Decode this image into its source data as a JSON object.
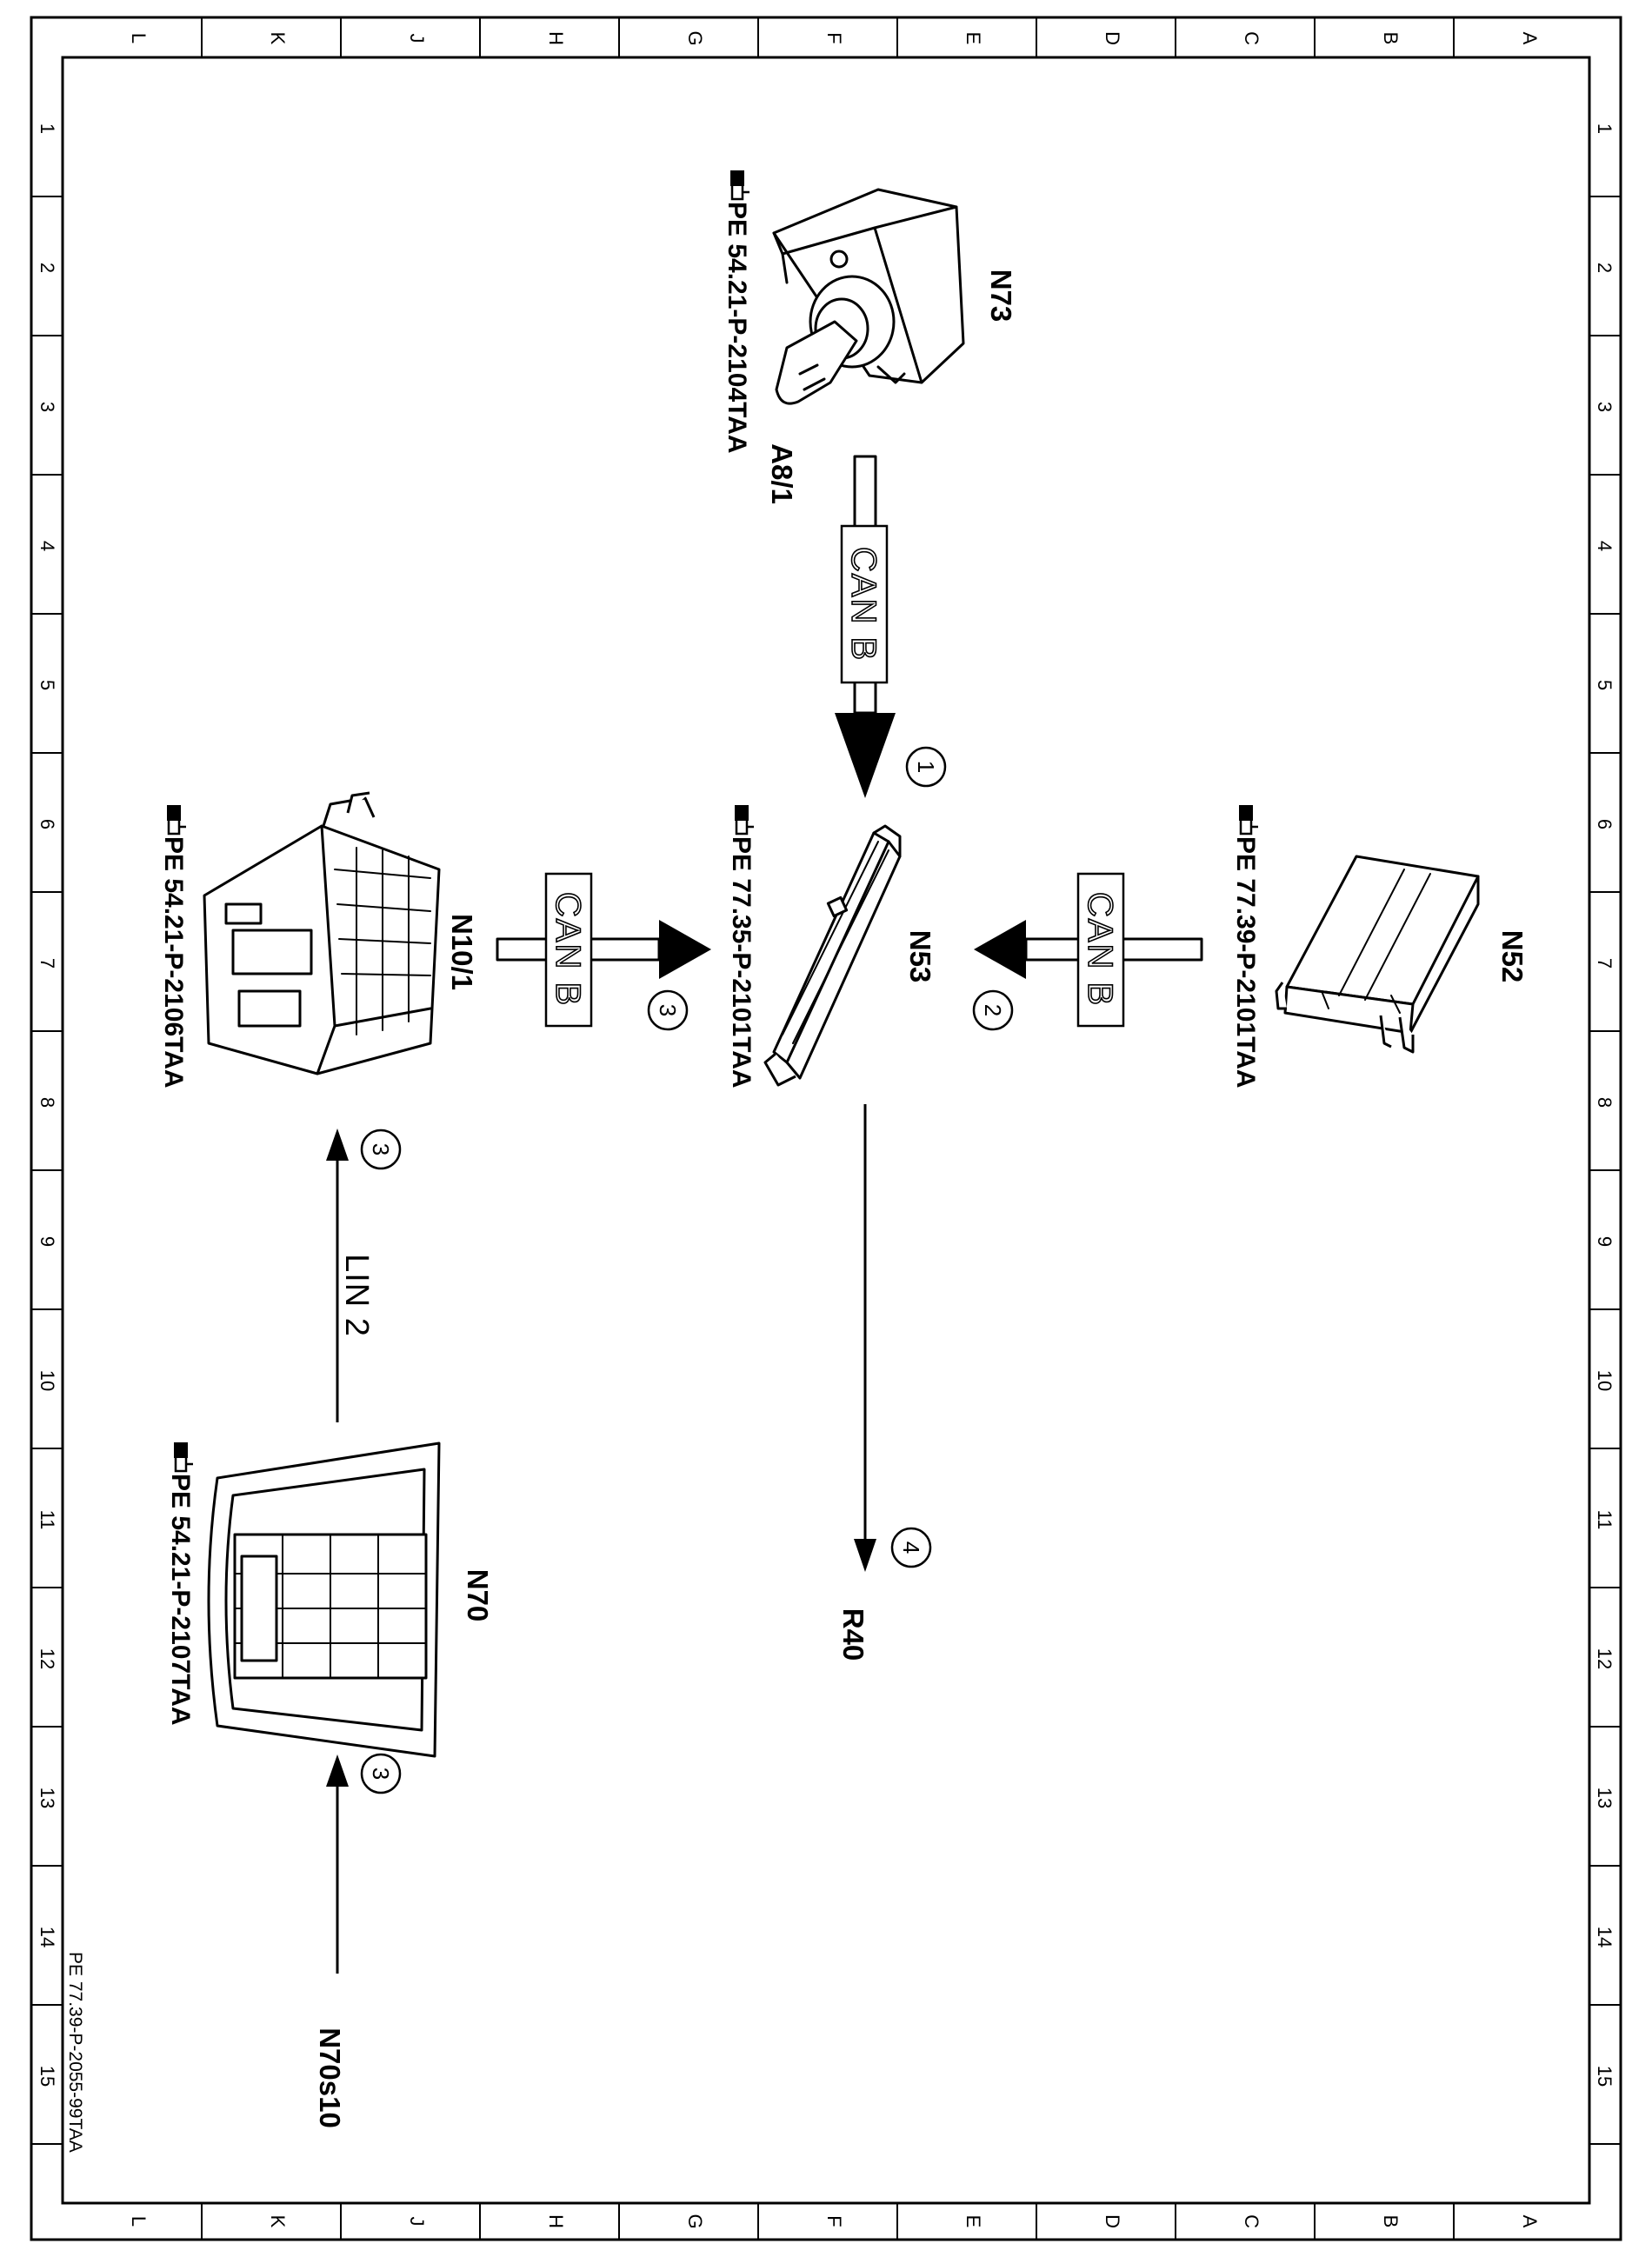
{
  "frame": {
    "col_letters": [
      "L",
      "K",
      "J",
      "H",
      "G",
      "F",
      "E",
      "D",
      "C",
      "B",
      "A"
    ],
    "row_numbers": [
      "1",
      "2",
      "3",
      "4",
      "5",
      "6",
      "7",
      "8",
      "9",
      "10",
      "11",
      "12",
      "13",
      "14",
      "15"
    ]
  },
  "components": {
    "n73": {
      "label": "N73",
      "sublabel": "A8/1",
      "ref": "PE 54.21-P-2104TAA"
    },
    "n53": {
      "label": "N53",
      "ref": "PE 77.35-P-2101TAA"
    },
    "n52": {
      "label": "N52",
      "ref": "PE 77.39-P-2101TAA"
    },
    "n10_1": {
      "label": "N10/1",
      "ref": "PE 54.21-P-2106TAA"
    },
    "n70": {
      "label": "N70",
      "ref": "PE 54.21-P-2107TAA"
    },
    "n70s10": {
      "label": "N70s10"
    },
    "r40": {
      "label": "R40"
    }
  },
  "connections": {
    "c1": {
      "bus": "CAN B",
      "step": "1"
    },
    "c2": {
      "bus": "CAN B",
      "step": "2"
    },
    "c3": {
      "bus": "CAN B",
      "step": "3"
    },
    "c4": {
      "step": "4"
    },
    "c5": {
      "bus": "LIN 2",
      "step": "3"
    },
    "c6": {
      "step": "3"
    }
  },
  "document_id": "PE 77.39-P-2055-99TAA"
}
